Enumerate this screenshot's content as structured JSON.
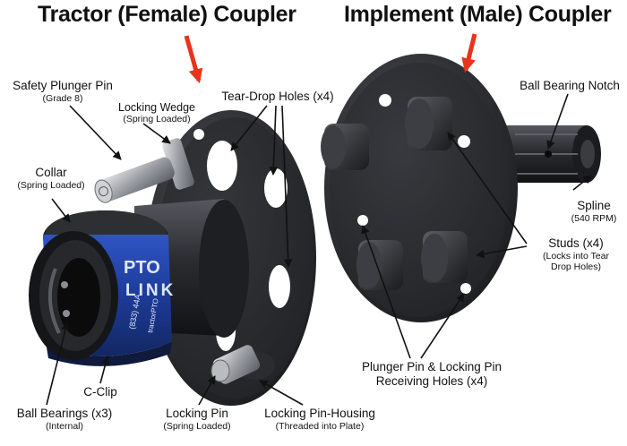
{
  "titles": {
    "tractor": "Tractor (Female) Coupler",
    "implement": "Implement (Male) Coupler"
  },
  "labels": {
    "safety_plunger": {
      "main": "Safety Plunger Pin",
      "sub": "(Grade 8)"
    },
    "locking_wedge": {
      "main": "Locking Wedge",
      "sub": "(Spring Loaded)"
    },
    "tear_drop": {
      "main": "Tear-Drop Holes (x4)"
    },
    "collar": {
      "main": "Collar",
      "sub": "(Spring Loaded)"
    },
    "ball_notch": {
      "main": "Ball Bearing Notch"
    },
    "spline": {
      "main": "Spline",
      "sub": "(540 RPM)"
    },
    "studs": {
      "main": "Studs (x4)",
      "sub1": "(Locks into Tear",
      "sub2": "Drop Holes)"
    },
    "plunger_receiving": {
      "main1": "Plunger Pin & Locking Pin",
      "main2": "Receiving Holes (x4)"
    },
    "c_clip": {
      "main": "C-Clip"
    },
    "ball_bearings": {
      "main": "Ball Bearings (x3)",
      "sub": "(Internal)"
    },
    "locking_pin": {
      "main": "Locking Pin",
      "sub": "(Spring Loaded)"
    },
    "pin_housing": {
      "main": "Locking Pin-Housing",
      "sub": "(Threaded into Plate)"
    }
  },
  "branding": {
    "pto": "PTO",
    "link": "LINK",
    "phone": "(833) 44A",
    "web": "tractorPTO"
  },
  "colors": {
    "arrow": "#e8341c",
    "metal": "#2b2d31",
    "collar_blue": "#1f3f9e"
  }
}
